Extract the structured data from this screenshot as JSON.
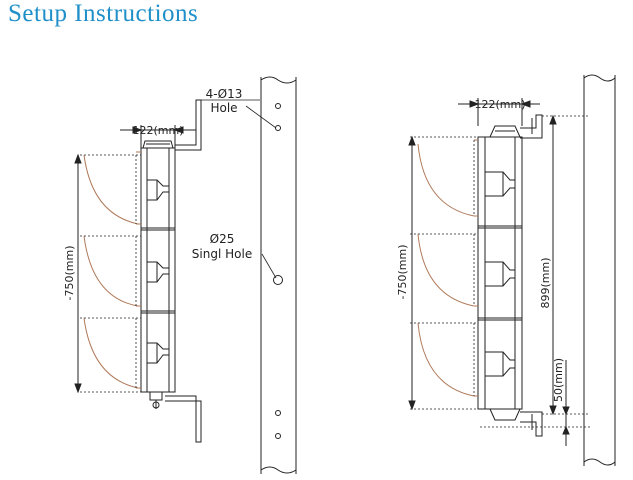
{
  "title": "Setup Instructions",
  "colors": {
    "title": "#1f8fc9",
    "visor": "#b07a5a",
    "line": "#222222"
  },
  "left_view": {
    "width_dim": "122(mm)",
    "height_dim": "-750(mm)",
    "top_hole_label": [
      "4-Ø13",
      "Hole"
    ],
    "center_hole_label": [
      "Ø25",
      "Singl Hole"
    ]
  },
  "right_view": {
    "width_dim": "122(mm)",
    "height_dim": "-750(mm)",
    "overall_dim": "899(mm)",
    "bottom_dim": "50(mm)"
  }
}
